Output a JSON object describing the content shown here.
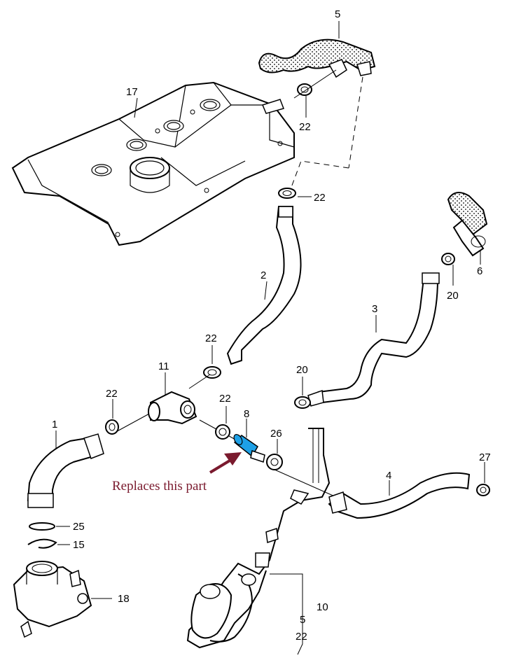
{
  "callout": {
    "text": "Replaces this part",
    "color": "#7a1a2e",
    "highlight_color": "#1ea0e6"
  },
  "labels": {
    "l5_top": "5",
    "l17": "17",
    "l22_a": "22",
    "l22_b": "22",
    "l2": "2",
    "l6": "6",
    "l20_a": "20",
    "l3": "3",
    "l22_c": "22",
    "l11": "11",
    "l22_d": "22",
    "l22_e": "22",
    "l8": "8",
    "l26": "26",
    "l20_b": "20",
    "l1": "1",
    "l4": "4",
    "l27": "27",
    "l25": "25",
    "l15": "15",
    "l18": "18",
    "l10": "10",
    "l5_bottom": "5",
    "l22_bottom": "22"
  }
}
